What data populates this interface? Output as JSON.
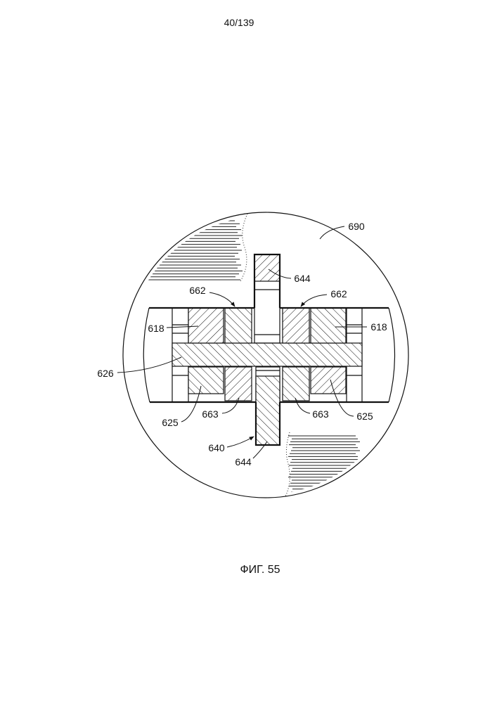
{
  "page": {
    "sheet_number": "40/139"
  },
  "figure": {
    "caption": "ФИГ. 55",
    "labels": {
      "r690": "690",
      "r644_top": "644",
      "r662_left": "662",
      "r662_right": "662",
      "r618_left": "618",
      "r618_right": "618",
      "r626": "626",
      "r625_left": "625",
      "r663_left": "663",
      "r663_right": "663",
      "r625_right": "625",
      "r640": "640",
      "r644_bottom": "644"
    }
  }
}
